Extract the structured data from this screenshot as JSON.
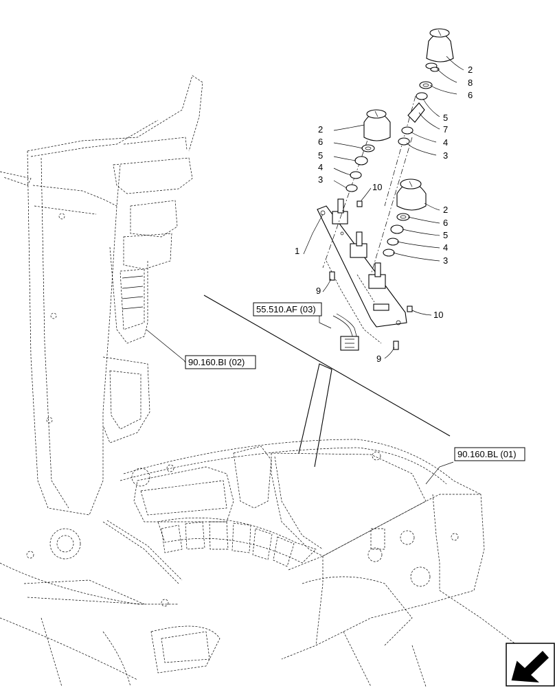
{
  "references": {
    "ref_55510": "55.510.AF (03)",
    "ref_90160bi": "90.160.BI (02)",
    "ref_90160bl": "90.160.BL (01)"
  },
  "callouts": {
    "c1": "1",
    "top_knob": {
      "c2": "2",
      "c8": "8",
      "c6": "6",
      "c5": "5",
      "c7": "7",
      "c4": "4",
      "c3": "3"
    },
    "left_knob": {
      "c2": "2",
      "c6": "6",
      "c5": "5",
      "c4": "4",
      "c3": "3",
      "c10": "10"
    },
    "right_knob": {
      "c2": "2",
      "c6": "6",
      "c5": "5",
      "c4": "4",
      "c3": "3"
    },
    "c9_upper": "9",
    "c9_lower": "9",
    "c10_lower": "10"
  },
  "icons": {
    "nav": "next-page-arrow-icon"
  }
}
